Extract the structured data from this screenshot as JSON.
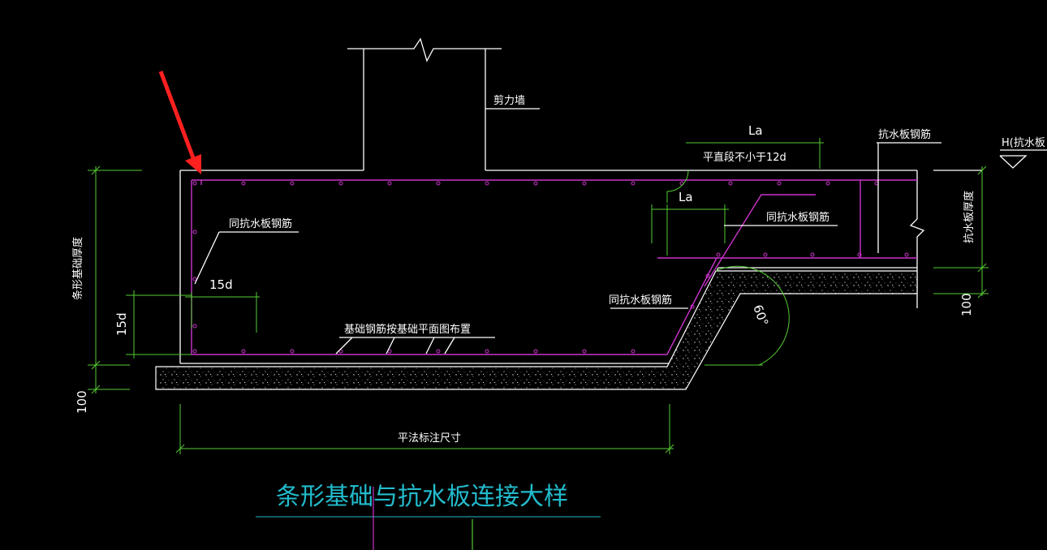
{
  "labels": {
    "shear_wall": "剪力墙",
    "la_top": "La",
    "straight_segment": "平直段不小于12d",
    "waterproof_rebar_top": "抗水板钢筋",
    "h_marker": "H(抗水板",
    "la_mid": "La",
    "same_as_waterproof_right": "同抗水板钢筋",
    "same_as_waterproof_left": "同抗水板钢筋",
    "same_as_waterproof_slope": "同抗水板钢筋",
    "dim_15d_h": "15d",
    "dim_15d_v": "15d",
    "strip_thickness": "条形基础厚度",
    "slab_thickness": "抗水板厚度",
    "dim_100_left": "100",
    "dim_100_right": "100",
    "angle": "60°",
    "foundation_rebar_note": "基础钢筋按基础平面图布置",
    "plan_dimension": "平法标注尺寸"
  },
  "title": "条形基础与抗水板连接大样",
  "colors": {
    "background": "#000000",
    "outline": "#ffffff",
    "rebar": "#cc33cc",
    "dimension": "#55cc33",
    "title": "#22bbcc",
    "arrow": "#ff2020"
  }
}
